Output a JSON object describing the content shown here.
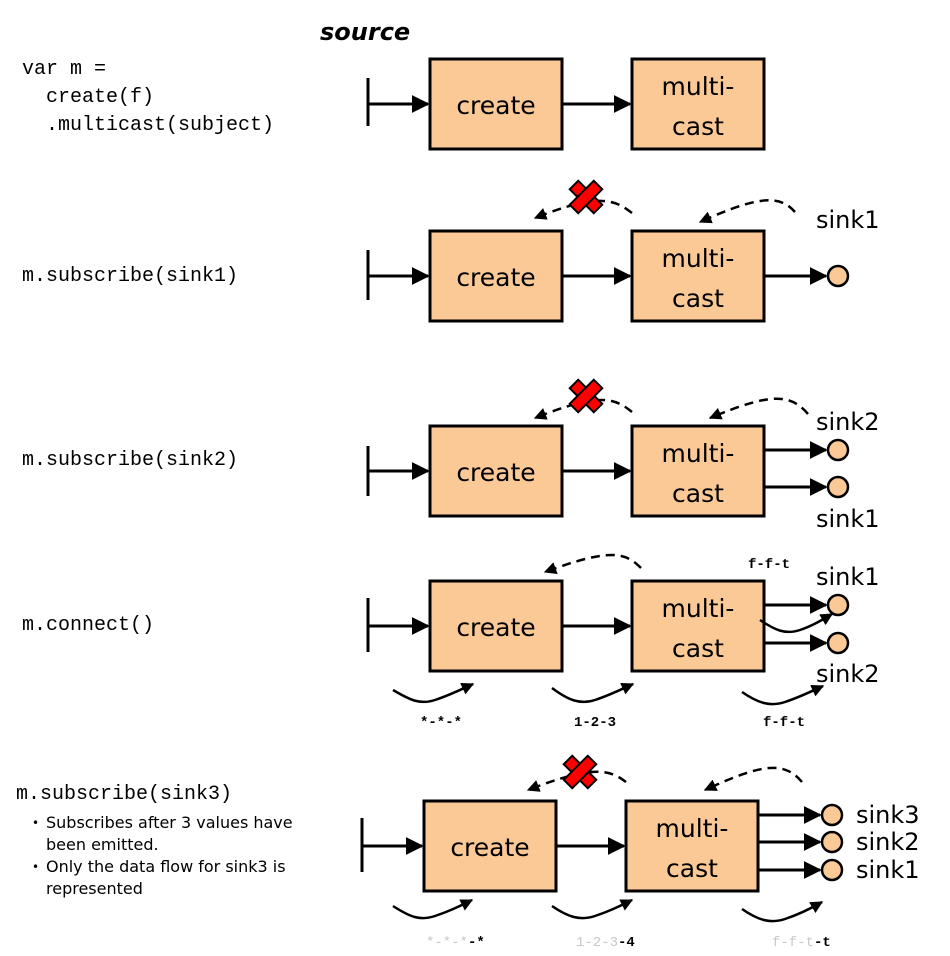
{
  "diagram": {
    "title": "source",
    "colors": {
      "box_fill": "#fbc996",
      "sink_fill": "#fbc996",
      "cross_fill": "#ff0000",
      "stroke": "#000000",
      "faded_text": "#c8c8c8"
    },
    "box_labels": {
      "create": "create",
      "multicast_line1": "multi-",
      "multicast_line2": "cast"
    },
    "steps": [
      {
        "code": [
          "var m =",
          "  create(f)",
          "  .multicast(subject)"
        ],
        "sinks": []
      },
      {
        "code": [
          "m.subscribe(sink1)"
        ],
        "sinks": [
          "sink1"
        ],
        "blocked": true
      },
      {
        "code": [
          "m.subscribe(sink2)"
        ],
        "sinks": [
          "sink2",
          "sink1"
        ],
        "blocked": true
      },
      {
        "code": [
          "m.connect()"
        ],
        "sinks": [
          "sink1",
          "sink2"
        ],
        "blocked": false,
        "flows": {
          "source_values": "*-*-*",
          "create_values": "1-2-3",
          "multicast_values": "f-f-t",
          "sink1_values": "f-f-t"
        }
      },
      {
        "code": [
          "m.subscribe(sink3)"
        ],
        "notes": [
          "Subscribes after 3 values have been emitted.",
          "Only the data flow for sink3 is represented"
        ],
        "sinks": [
          "sink3",
          "sink2",
          "sink1"
        ],
        "blocked": true,
        "flows": {
          "source_faded": "*-*-*",
          "source_new": "-*",
          "create_faded": "1-2-3",
          "create_new": "-4",
          "multicast_faded": "f-f-t",
          "multicast_new": "-t"
        }
      }
    ]
  }
}
